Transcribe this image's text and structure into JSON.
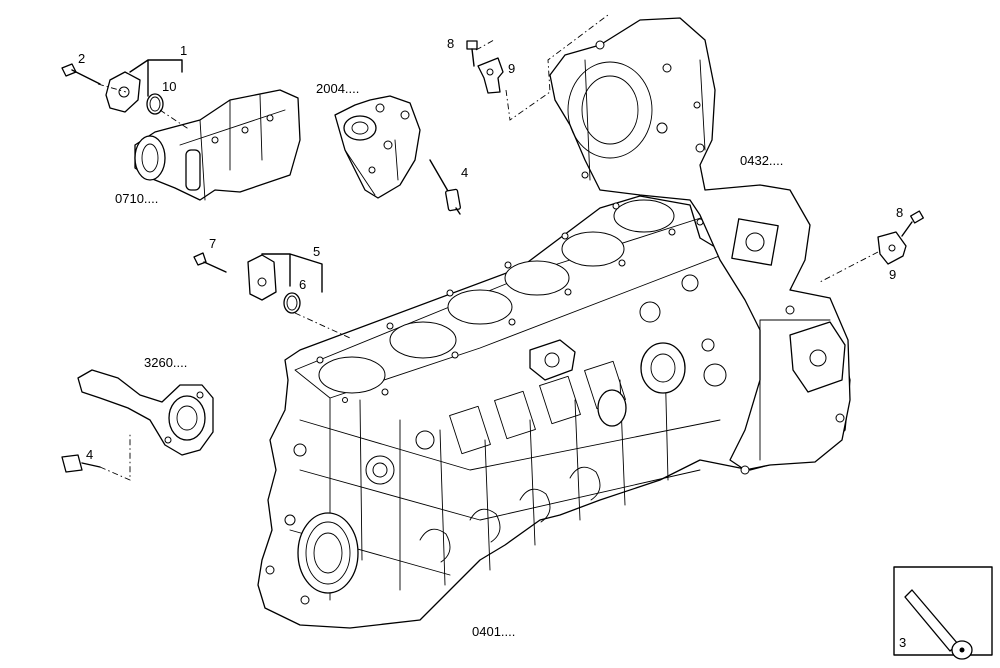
{
  "labels": {
    "p1": "1",
    "p2": "2",
    "p10": "10",
    "p8a": "8",
    "p9a": "9",
    "p7": "7",
    "p5": "5",
    "p6": "6",
    "p4a": "4",
    "p4b": "4",
    "p8b": "8",
    "p9b": "9",
    "p3": "3"
  },
  "references": {
    "r0710": "0710....",
    "r2004": "2004....",
    "r0432": "0432....",
    "r3260": "3260....",
    "r0401": "0401...."
  }
}
